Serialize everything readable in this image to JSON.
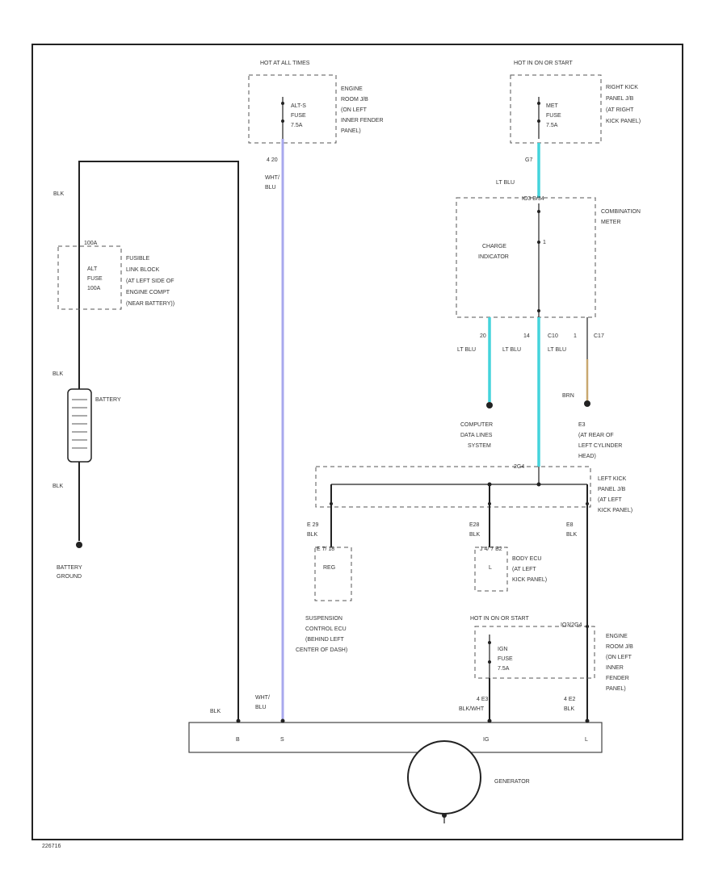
{
  "colors": {
    "wire_black": "#222222",
    "wire_violet": "#a8a8ee",
    "wire_light_blue": "#44d4dc",
    "wire_brown": "#c9a870"
  },
  "fuses": {
    "alts": {
      "header": "HOT AT ALL TIMES",
      "line1": "ALT-S",
      "line2": "FUSE",
      "line3": "7.5A",
      "loc1": "ENGINE",
      "loc2": "ROOM J/B",
      "loc3": "(ON LEFT",
      "loc4": "INNER FENDER",
      "loc5": "PANEL)"
    },
    "met": {
      "header": "HOT IN ON OR START",
      "line1": "MET",
      "line2": "FUSE",
      "line3": "7.5A",
      "loc1": "RIGHT KICK",
      "loc2": "PANEL J/B",
      "loc3": "(AT RIGHT",
      "loc4": "KICK PANEL)"
    },
    "fusible": {
      "header": "100A",
      "line1": "ALT",
      "line2": "FUSE",
      "line3": "100A",
      "loc1": "FUSIBLE",
      "loc2": "LINK BLOCK",
      "loc3": "(AT LEFT SIDE OF",
      "loc4": "ENGINE COMPT",
      "loc5": "(NEAR BATTERY))"
    },
    "ig": {
      "header": "HOT IN ON OR START",
      "line1": "IGN",
      "line2": "FUSE",
      "line3": "7.5A",
      "loc1": "ENGINE",
      "loc2": "ROOM J/B",
      "loc3": "(ON LEFT",
      "loc4": "INNER",
      "loc5": "FENDER",
      "loc6": "PANEL)"
    }
  },
  "wires": {
    "blk_top": "BLK",
    "blk_gen": "BLK",
    "wht_a": "WHT/",
    "wht_b": "BLU",
    "wht_c": "WHT/",
    "wht_d": "BLU",
    "ltblu_top": "LT BLU",
    "blk_red_bat_top": "BLK",
    "blk_red_bat_bottom": "BLK",
    "ltblu_1": "LT BLU",
    "ltblu_2": "LT BLU",
    "ltblu_3": "LT BLU",
    "brn": "BRN",
    "blk_susp": "BLK",
    "blk_body": "BLK",
    "blk_right": "BLK",
    "blk_wht": "BLK/WHT",
    "blk_l": "BLK"
  },
  "pins": {
    "p_alts": "4 20",
    "p_met": "G7",
    "p_meter_top": "IO3 B/34",
    "p_meter_mid": "1",
    "p_20": "20",
    "p_14": "14",
    "p_c10": "C10",
    "p_1": "1",
    "p_c17": "C17",
    "p_e29": "E 29",
    "p_e28": "E28",
    "p_e8": "E8",
    "p_jb": "2G4",
    "p_4e3": "4 E3",
    "p_4e2": "4 E2",
    "p_ig_top": "IO3/2G4",
    "p_susp": "E 7/ 18",
    "p_body": "J 4/ 7 B2"
  },
  "labels": {
    "combination_meter_1": "COMBINATION",
    "combination_meter_2": "METER",
    "charge_1": "CHARGE",
    "charge_2": "INDICATOR",
    "battery": "BATTERY",
    "battery_ground_1": "BATTERY",
    "battery_ground_2": "GROUND",
    "computer_1": "COMPUTER",
    "computer_2": "DATA LINES",
    "computer_3": "SYSTEM",
    "e3_1": "E3",
    "e3_2": "(AT REAR OF",
    "e3_3": "LEFT CYLINDER",
    "e3_4": "HEAD)",
    "left_kick_1": "LEFT KICK",
    "left_kick_2": "PANEL J/B",
    "left_kick_3": "(AT LEFT",
    "left_kick_4": "KICK PANEL)",
    "susp_box": "REG",
    "susp_1": "SUSPENSION",
    "susp_2": "CONTROL ECU",
    "susp_3": "(BEHIND LEFT",
    "susp_4": "CENTER OF DASH)",
    "body_box": "L",
    "body_1": "BODY ECU",
    "body_2": "(AT LEFT",
    "body_3": "KICK PANEL)",
    "generator": "GENERATOR",
    "gen_b": "B",
    "gen_s": "S",
    "gen_ig": "IG",
    "gen_l": "L",
    "footer": "226716"
  }
}
